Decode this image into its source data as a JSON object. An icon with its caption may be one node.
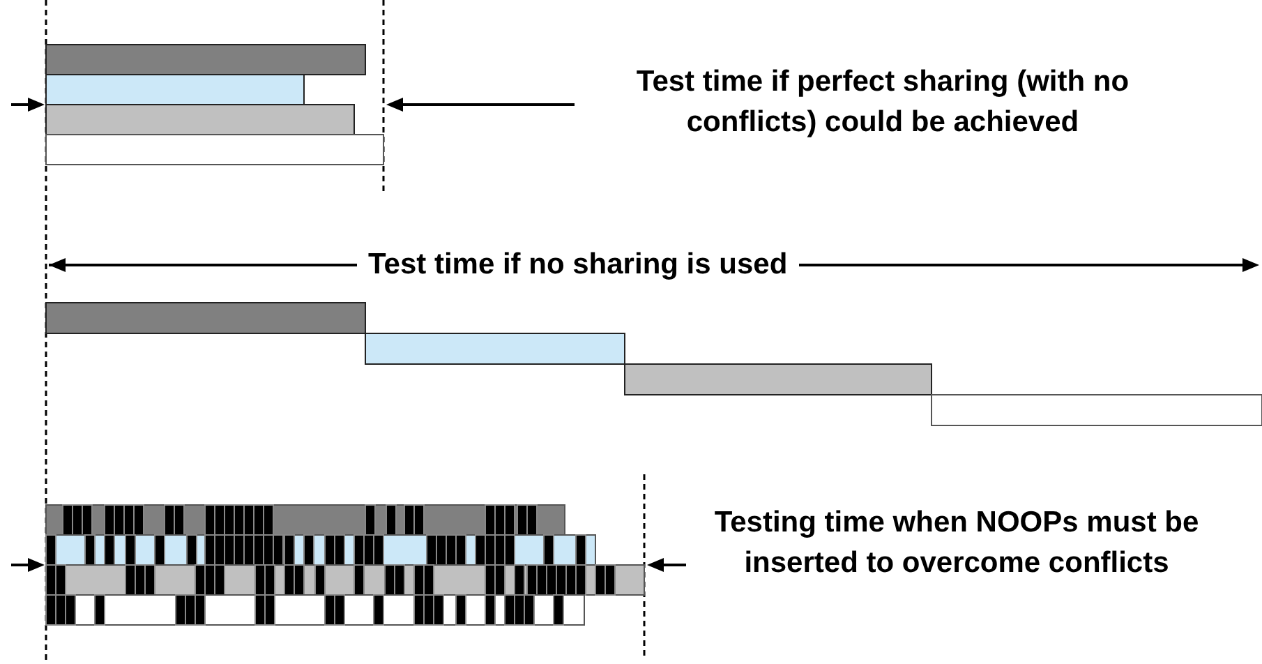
{
  "diagram": {
    "labels": [
      "Test time if perfect sharing (with no conflicts) could be achieved",
      "Test time if no sharing is used",
      "Testing time when NOOPs must be inserted to overcome conflicts"
    ]
  }
}
